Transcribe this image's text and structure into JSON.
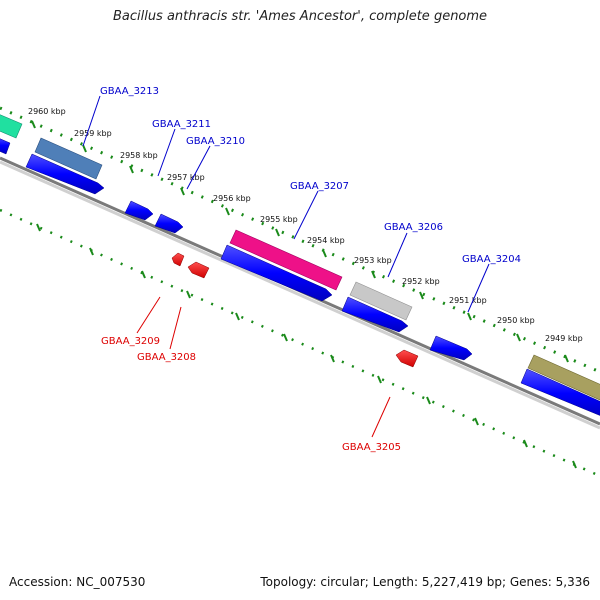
{
  "title": "Bacillus anthracis str. 'Ames Ancestor', complete genome",
  "footer": {
    "accession": "Accession: NC_007530",
    "summary": "Topology: circular; Length: 5,227,419 bp; Genes: 5,336"
  },
  "colors": {
    "backbone": "#808080",
    "forward_feature": "#0000ff",
    "reverse_feature": "#ff0000",
    "tick": "#1a8a1a",
    "forward_label": "#0000cc",
    "reverse_label": "#dd0000"
  },
  "scale": {
    "labels": [
      "2960 kbp",
      "2959 kbp",
      "2958 kbp",
      "2957 kbp",
      "2956 kbp",
      "2955 kbp",
      "2954 kbp",
      "2953 kbp",
      "2952 kbp",
      "2951 kbp",
      "2950 kbp",
      "2949 kbp"
    ]
  },
  "genes": {
    "forward": [
      "GBAA_3213",
      "GBAA_3211",
      "GBAA_3210",
      "GBAA_3207",
      "GBAA_3206",
      "GBAA_3204"
    ],
    "reverse": [
      "GBAA_3209",
      "GBAA_3208",
      "GBAA_3205"
    ]
  },
  "feature_colors": {
    "aqua": "#20e0a0",
    "steelblue": "#4f7fb8",
    "magenta": "#ee1188",
    "grey": "#c8c8c8",
    "khaki": "#a8a060"
  }
}
